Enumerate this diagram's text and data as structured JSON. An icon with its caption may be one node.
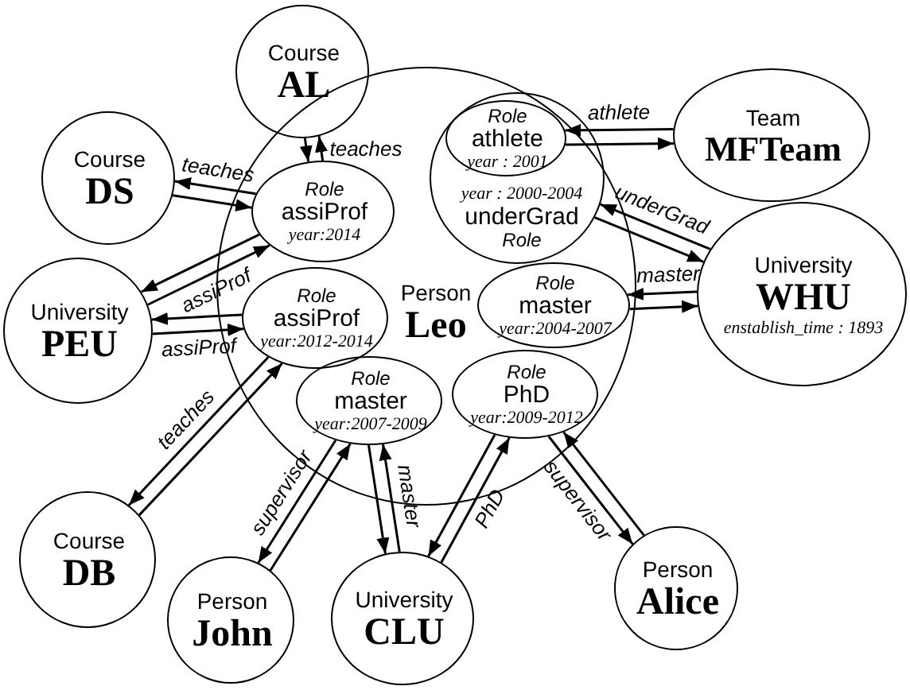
{
  "diagram": {
    "nodes": [
      {
        "text": [
          "Course",
          "AL"
        ]
      },
      {
        "text": [
          "Course",
          "DS"
        ]
      },
      {
        "text": [
          "University",
          "PEU"
        ]
      },
      {
        "text": [
          "Course",
          "DB"
        ]
      },
      {
        "text": [
          "Person",
          "John"
        ]
      },
      {
        "text": [
          "University",
          "CLU"
        ]
      },
      {
        "text": [
          "Person",
          "Alice"
        ]
      },
      {
        "text": [
          "University",
          "WHU",
          "enstablish_time : 1893"
        ]
      },
      {
        "text": [
          "Team",
          "MFTeam"
        ]
      },
      {
        "text": [
          "Person",
          "Leo"
        ]
      },
      {
        "text": [
          "Role",
          "assiProf",
          "year:2014"
        ],
        "in": 9
      },
      {
        "text": [
          "Role",
          "assiProf",
          "year:2012-2014"
        ],
        "in": 9
      },
      {
        "text": [
          "year : 2000-2004",
          "underGrad",
          "Role"
        ],
        "in": 9
      },
      {
        "text": [
          "Role",
          "athlete",
          "year : 2001"
        ],
        "in": 12
      },
      {
        "text": [
          "Role",
          "master",
          "year:2004-2007"
        ],
        "in": 9
      },
      {
        "text": [
          "Role",
          "master",
          "year:2007-2009"
        ],
        "in": 9
      },
      {
        "text": [
          "Role",
          "PhD",
          "year:2009-2012"
        ],
        "in": 9
      }
    ],
    "edges": [
      {
        "from": 10,
        "to": 0,
        "arrow": "to",
        "label": "teaches"
      },
      {
        "from": 0,
        "to": 10,
        "arrow": "to"
      },
      {
        "from": 10,
        "to": 1,
        "arrow": "to",
        "label": "teaches"
      },
      {
        "from": 1,
        "to": 10,
        "arrow": "to"
      },
      {
        "from": 2,
        "to": 10,
        "arrow": "to",
        "label": "assiProf"
      },
      {
        "from": 10,
        "to": 2,
        "arrow": "to"
      },
      {
        "from": 2,
        "to": 11,
        "arrow": "to",
        "label": "assiProf"
      },
      {
        "from": 11,
        "to": 2,
        "arrow": "to"
      },
      {
        "from": 11,
        "to": 3,
        "arrow": "to",
        "label": "teaches"
      },
      {
        "from": 3,
        "to": 11,
        "arrow": "to"
      },
      {
        "from": 15,
        "to": 4,
        "arrow": "to",
        "label": "supervisor"
      },
      {
        "from": 4,
        "to": 15,
        "arrow": "to"
      },
      {
        "from": 15,
        "to": 5,
        "arrow": "to"
      },
      {
        "from": 5,
        "to": 15,
        "arrow": "to",
        "label": "master"
      },
      {
        "from": 5,
        "to": 16,
        "arrow": "to",
        "label": "PhD"
      },
      {
        "from": 16,
        "to": 5,
        "arrow": "to"
      },
      {
        "from": 16,
        "to": 6,
        "arrow": "to",
        "label": "supervisor"
      },
      {
        "from": 6,
        "to": 16,
        "arrow": "to"
      },
      {
        "from": 8,
        "to": 13,
        "arrow": "to",
        "label": "athlete"
      },
      {
        "from": 13,
        "to": 8,
        "arrow": "to"
      },
      {
        "from": 7,
        "to": 12,
        "arrow": "to",
        "label": "underGrad"
      },
      {
        "from": 12,
        "to": 7,
        "arrow": "to"
      },
      {
        "from": 7,
        "to": 14,
        "arrow": "to",
        "label": "master"
      },
      {
        "from": 14,
        "to": 7,
        "arrow": "to"
      }
    ]
  }
}
